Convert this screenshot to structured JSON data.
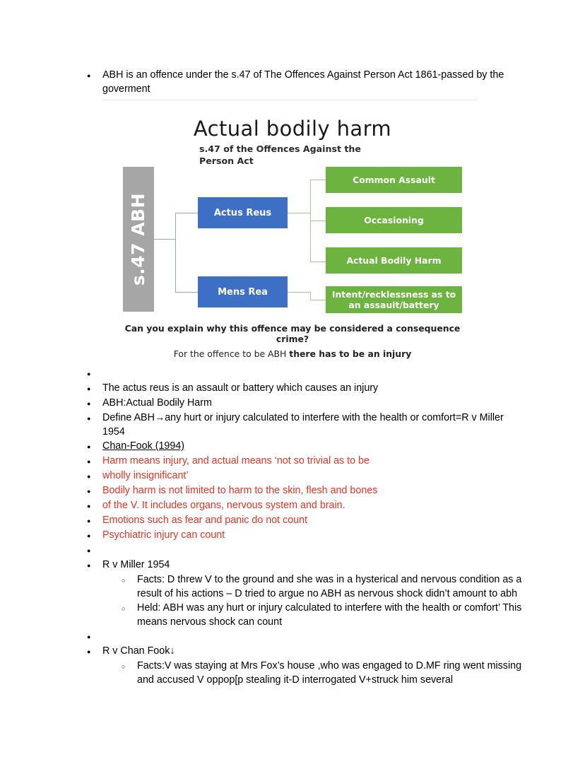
{
  "document": {
    "intro_bullets": [
      "ABH is an offence under the s.47 of The Offences Against Person Act 1861-passed by the goverment"
    ],
    "body_bullets": [
      {
        "level": 1,
        "marker": "disc",
        "text": "",
        "style": "plain"
      },
      {
        "level": 1,
        "marker": "disc",
        "text": "The actus reus is an assault or battery which causes an injury",
        "style": "plain"
      },
      {
        "level": 1,
        "marker": "disc",
        "text": "ABH:Actual Bodily Harm",
        "style": "plain"
      },
      {
        "level": 1,
        "marker": "disc",
        "text": "Define ABH→any hurt or injury calculated to interfere with the health or comfort=R v Miller 1954",
        "style": "plain"
      },
      {
        "level": 1,
        "marker": "disc",
        "text": "Chan-Fook (1994)",
        "style": "underline"
      },
      {
        "level": 1,
        "marker": "disc",
        "text": "Harm means injury, and actual means ‘not so trivial as to be",
        "style": "red"
      },
      {
        "level": 1,
        "marker": "disc",
        "text": "wholly insignificant’",
        "style": "red"
      },
      {
        "level": 1,
        "marker": "disc",
        "text": "Bodily harm is not limited to harm to the skin, flesh and bones",
        "style": "red"
      },
      {
        "level": 1,
        "marker": "disc",
        "text": "of the V. It includes organs, nervous system and brain.",
        "style": "red"
      },
      {
        "level": 1,
        "marker": "disc",
        "text": "Emotions such as fear and panic do not count",
        "style": "red"
      },
      {
        "level": 1,
        "marker": "disc",
        "text": "Psychiatric injury can count",
        "style": "red"
      },
      {
        "level": 1,
        "marker": "disc",
        "text": "",
        "style": "plain"
      },
      {
        "level": 1,
        "marker": "disc",
        "text": "R v Miller 1954",
        "style": "plain"
      },
      {
        "level": 2,
        "marker": "circ",
        "text": "Facts: D threw V to the ground and she was in a hysterical and nervous condition as a result of his actions – D tried to argue no ABH as nervous shock didn’t amount to abh",
        "style": "plain"
      },
      {
        "level": 2,
        "marker": "circ",
        "text": "Held: ABH was any hurt or injury calculated to interfere with the health or comfort’ This means nervous shock can count",
        "style": "plain"
      },
      {
        "level": 1,
        "marker": "disc",
        "text": "",
        "style": "plain"
      },
      {
        "level": 1,
        "marker": "disc",
        "text": "R v Chan Fook↓",
        "style": "plain"
      },
      {
        "level": 2,
        "marker": "circ",
        "text": "Facts:V was staying at Mrs Fox’s house ,who was engaged to D.MF ring went missing and accused V oppop[p stealing it-D interrogated V+struck him several",
        "style": "plain"
      }
    ]
  },
  "slide": {
    "title": "Actual bodily harm",
    "subtitle": "s.47 of the Offences Against the Person Act",
    "root_node": "s.47 ABH",
    "blue_nodes": [
      "Actus Reus",
      "Mens Rea"
    ],
    "green_nodes": [
      "Common Assault",
      "Occasioning",
      "Actual Bodily Harm",
      "Intent/recklessness as to an assault/battery"
    ],
    "question": "Can you explain why this offence may be considered a consequence crime?",
    "note_prefix": "For the offence to be ABH ",
    "note_bold": "there has to be an injury"
  },
  "colors": {
    "root_gray": "#a6a6a6",
    "node_blue": "#3d6fc4",
    "node_green": "#6cb33f",
    "red_text": "#ea3323",
    "blue_connector": "#8ea9d6",
    "green_connector": "#a9c48c",
    "rule": "#e6e6e6"
  }
}
